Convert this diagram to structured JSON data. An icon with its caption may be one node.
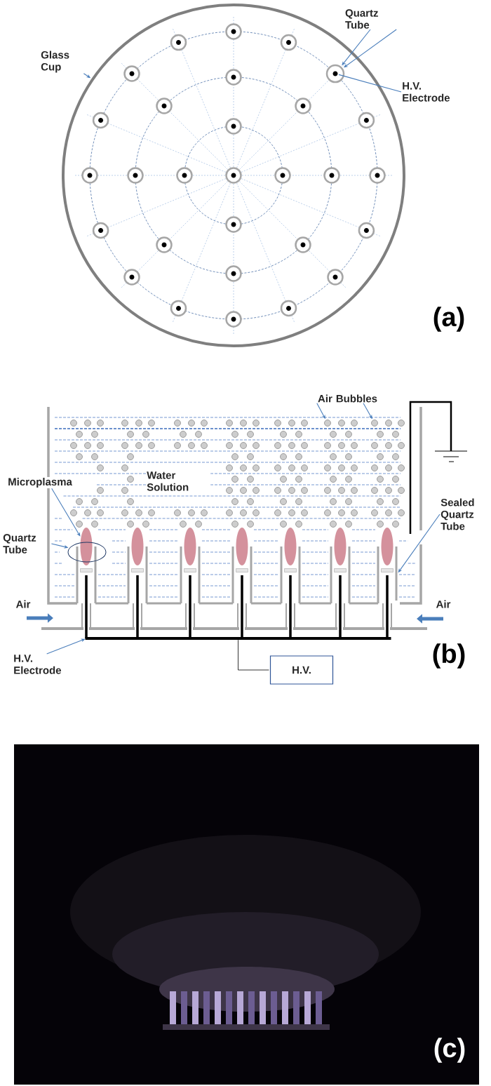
{
  "diagram": {
    "nodes": [
      {
        "text": [
          "Glass Cup"
        ]
      },
      {
        "text": [],
        "shape": "circle"
      },
      {
        "text": [
          "Quartz Tube"
        ]
      },
      {
        "text": [],
        "shape": "circle",
        "in": 1
      },
      {
        "text": [
          "H.V. Electrode"
        ]
      },
      {
        "text": [],
        "shape": "circle",
        "in": 3
      },
      {
        "text": [
          "Air Bubbles"
        ]
      },
      {
        "text": [],
        "shape": "circle"
      },
      {
        "text": [],
        "shape": "circle"
      },
      {
        "text": [
          "Microplasma"
        ]
      },
      {
        "text": [],
        "shape": "ellipse"
      },
      {
        "text": [
          "Quartz Tube"
        ]
      },
      {
        "text": [],
        "shape": "ellipse"
      },
      {
        "text": [
          "Sealed Quartz Tube"
        ]
      },
      {
        "text": [],
        "shape": "box"
      },
      {
        "text": [
          "H.V. Electrode"
        ]
      },
      {
        "text": [],
        "shape": "bar"
      },
      {
        "text": [],
        "shape": "bar"
      },
      {
        "text": [
          "H.V."
        ]
      }
    ],
    "edges": [
      {
        "from": 0,
        "to": 1,
        "arrow": "to"
      },
      {
        "from": 2,
        "to": 3,
        "arrow": "to"
      },
      {
        "from": 2,
        "to": 3,
        "arrow": "to"
      },
      {
        "from": 4,
        "to": 5,
        "arrow": "none"
      },
      {
        "from": 6,
        "to": 7,
        "arrow": "to"
      },
      {
        "from": 6,
        "to": 8,
        "arrow": "to"
      },
      {
        "from": 9,
        "to": 10,
        "arrow": "to"
      },
      {
        "from": 11,
        "to": 12,
        "arrow": "to"
      },
      {
        "from": 13,
        "to": 14,
        "arrow": "to"
      },
      {
        "from": 15,
        "to": 16,
        "arrow": "to"
      },
      {
        "from": 17,
        "to": 18,
        "arrow": "none",
        "color": "#000000"
      }
    ],
    "labels": [
      "(a)",
      "Water Solution",
      "Air",
      "Air",
      "(b)",
      "(c)"
    ]
  }
}
